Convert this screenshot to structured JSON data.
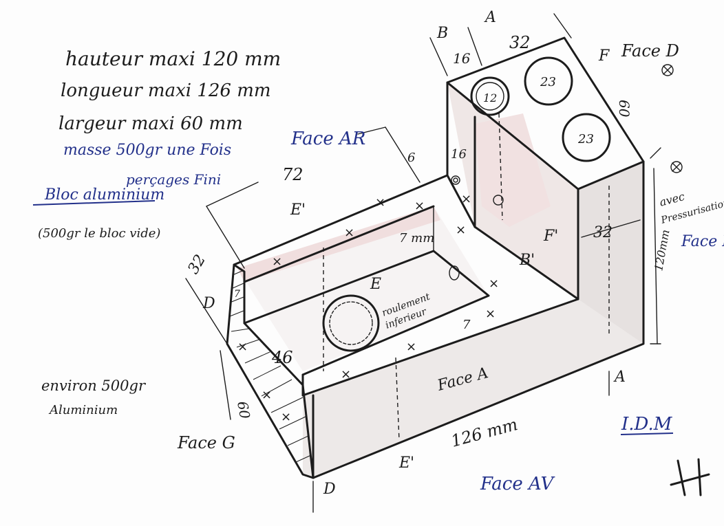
{
  "notes": {
    "height": "hauteur maxi 120 mm",
    "length": "longueur maxi 126 mm",
    "width": "largeur maxi 60 mm",
    "mass": "masse 500gr une Fois",
    "mass2": "perçages Fini",
    "block": "Bloc aluminium",
    "empty_block": "(500gr le bloc vide)",
    "approx": "environ 500gr",
    "approx2": "Aluminium"
  },
  "faces": {
    "face_d_top": "Face D",
    "face_d_right": "Face D",
    "face_ar": "Face AR",
    "face_av": "Face AV",
    "face_a": "Face A",
    "face_g": "Face G",
    "pressurisation_1": "avec",
    "pressurisation_2": "Pressurisation"
  },
  "labels": {
    "A_top": "A",
    "A_bottom": "A",
    "B_top": "B",
    "B_prime": "B'",
    "E": "E",
    "E_prime_top": "E'",
    "E_prime_bottom": "E'",
    "F_top": "F",
    "F_prime": "F'",
    "D": "D",
    "D_bottom": "D",
    "roulement_1": "roulement",
    "roulement_2": "inferieur",
    "signature": "I.D.M"
  },
  "dimensions": {
    "d32_top": "32",
    "d16_top": "16",
    "d60_right": "60",
    "d72": "72",
    "d6": "6",
    "d16_mid": "16",
    "d7_a": "7 mm",
    "d7_b": "7",
    "d7_c": "7",
    "d32_left": "32",
    "d32_right": "32",
    "d120": "120mm",
    "d46": "46",
    "d60_left": "60",
    "d126": "126 mm",
    "hole_12": "12",
    "hole_23_a": "23",
    "hole_23_b": "23"
  }
}
